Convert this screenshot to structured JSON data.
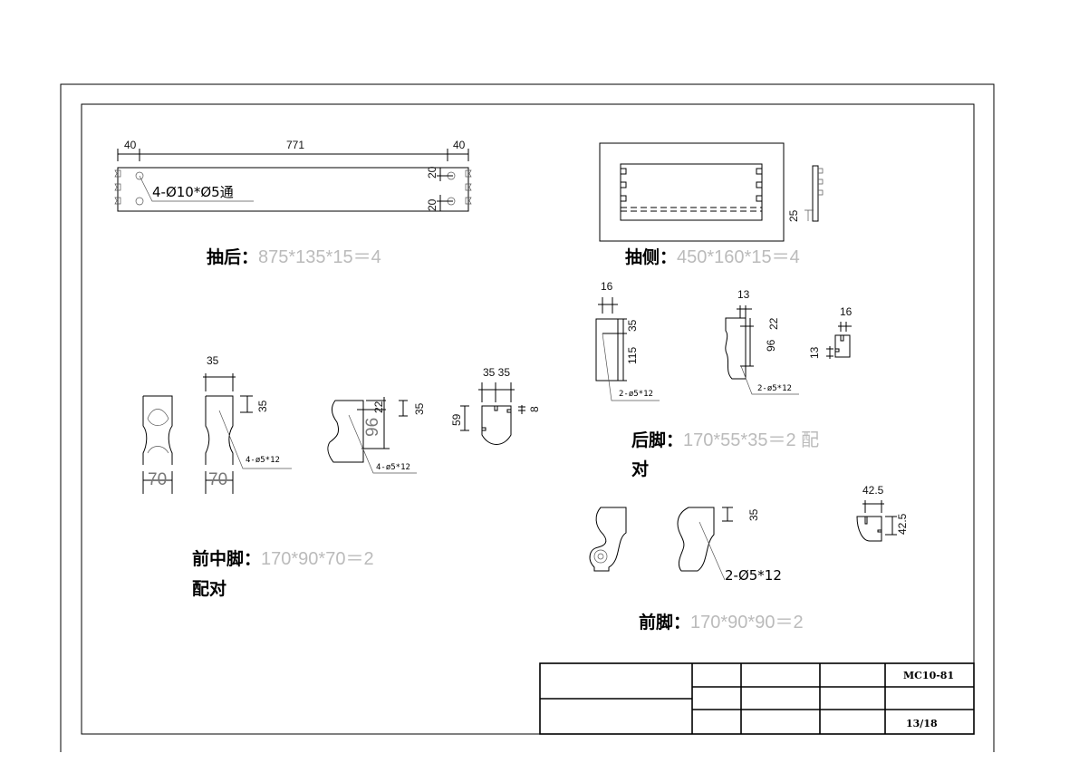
{
  "parts": {
    "drawer_back": {
      "label": "抽后：",
      "spec": "875*135*15＝4",
      "hole_note": "4-Ø10*Ø5通",
      "dims": [
        "40",
        "771",
        "40",
        "20",
        "20"
      ]
    },
    "drawer_side": {
      "label": "抽侧：",
      "spec": "450*160*15＝4",
      "dims": [
        "25"
      ]
    },
    "rear_leg": {
      "label": "后脚：",
      "spec": "170*55*35＝2  配",
      "label_cont": "对",
      "hole_note_1": "2-ø5*12",
      "hole_note_2": "2-ø5*12",
      "dims": [
        "16",
        "35",
        "115",
        "13",
        "22",
        "96",
        "16",
        "13"
      ]
    },
    "front_middle_leg": {
      "label": "前中脚：",
      "spec": "170*90*70＝2",
      "label_cont": "配对",
      "hole_note_1": "4-ø5*12",
      "hole_note_2": "4-ø5*12",
      "dims": [
        "35",
        "35",
        "70",
        "70",
        "22",
        "96",
        "35",
        "35 35",
        "59",
        "8"
      ]
    },
    "front_leg": {
      "label": "前脚：",
      "spec": "170*90*90＝2",
      "hole_note": "2-Ø5*12",
      "dims": [
        "35",
        "42.5",
        "42.5"
      ]
    }
  },
  "title_block": {
    "drawing_no": "MC10-81",
    "page": "13/18"
  }
}
